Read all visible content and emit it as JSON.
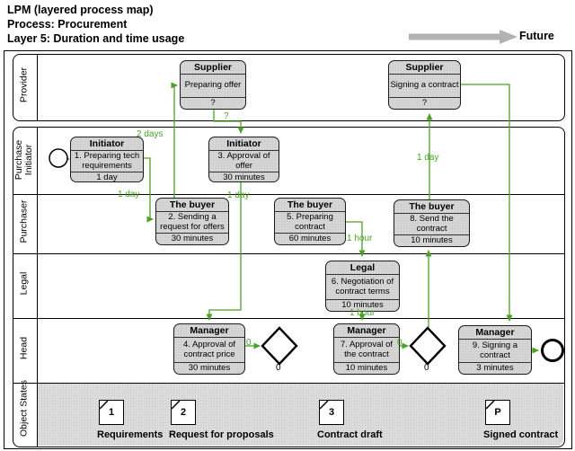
{
  "header": {
    "title_line1": "LPM (layered process map)",
    "title_line2": "Process: Procurement",
    "title_line3": "Layer 5: Duration and time usage",
    "future_label": "Future"
  },
  "lanes": {
    "provider": "Provider",
    "purchase_initiator": "Purchase Initiator",
    "purchaser": "Purchaser",
    "legal": "Legal",
    "head": "Head",
    "object_states": "Object States"
  },
  "tasks": {
    "supplier_preparing": {
      "role": "Supplier",
      "name": "Preparing offer",
      "duration": "?"
    },
    "supplier_signing": {
      "role": "Supplier",
      "name": "Signing a contract",
      "duration": "?"
    },
    "initiator_1": {
      "role": "Initiator",
      "name": "1. Preparing tech requirements",
      "duration": "1 day"
    },
    "initiator_3": {
      "role": "Initiator",
      "name": "3. Approval of offer",
      "duration": "30 minutes"
    },
    "buyer_2": {
      "role": "The buyer",
      "name": "2. Sending a request for offers",
      "duration": "30 minutes"
    },
    "buyer_5": {
      "role": "The buyer",
      "name": "5. Preparing contract",
      "duration": "60 minutes"
    },
    "buyer_8": {
      "role": "The buyer",
      "name": "8. Send the contract",
      "duration": "10 minutes"
    },
    "legal_6": {
      "role": "Legal",
      "name": "6. Negotiation of contract terms",
      "duration": "10 minutes"
    },
    "manager_4": {
      "role": "Manager",
      "name": "4. Approval of contract price",
      "duration": "30 minutes"
    },
    "manager_7": {
      "role": "Manager",
      "name": "7. Approval of the contract",
      "duration": "10 minutes"
    },
    "manager_9": {
      "role": "Manager",
      "name": "9. Signing a contract",
      "duration": "3 minutes"
    }
  },
  "edge_labels": {
    "task1_to_task2": "1 day",
    "task2_to_supplier": "2 days",
    "supplier_to_task3": "?",
    "task3_to_task4": "1 day",
    "task5_to_task6": "1 hour",
    "task6_to_task7": "1 hour",
    "task8_to_supplier": "1 day",
    "task4_to_gateway": "0",
    "task7_to_gateway": "0"
  },
  "gateways": {
    "gateway1_label": "0",
    "gateway2_label": "0"
  },
  "object_states": [
    {
      "symbol": "1",
      "label": "Requirements"
    },
    {
      "symbol": "2",
      "label": "Request for proposals"
    },
    {
      "symbol": "3",
      "label": "Contract draft"
    },
    {
      "symbol": "P",
      "label": "Signed contract"
    }
  ],
  "colors": {
    "connector_green": "#4aa327",
    "box_fill": "#d5d5d5",
    "object_lane_gray": "#dcdcdc",
    "future_arrow_gray": "#b2b2b2"
  }
}
